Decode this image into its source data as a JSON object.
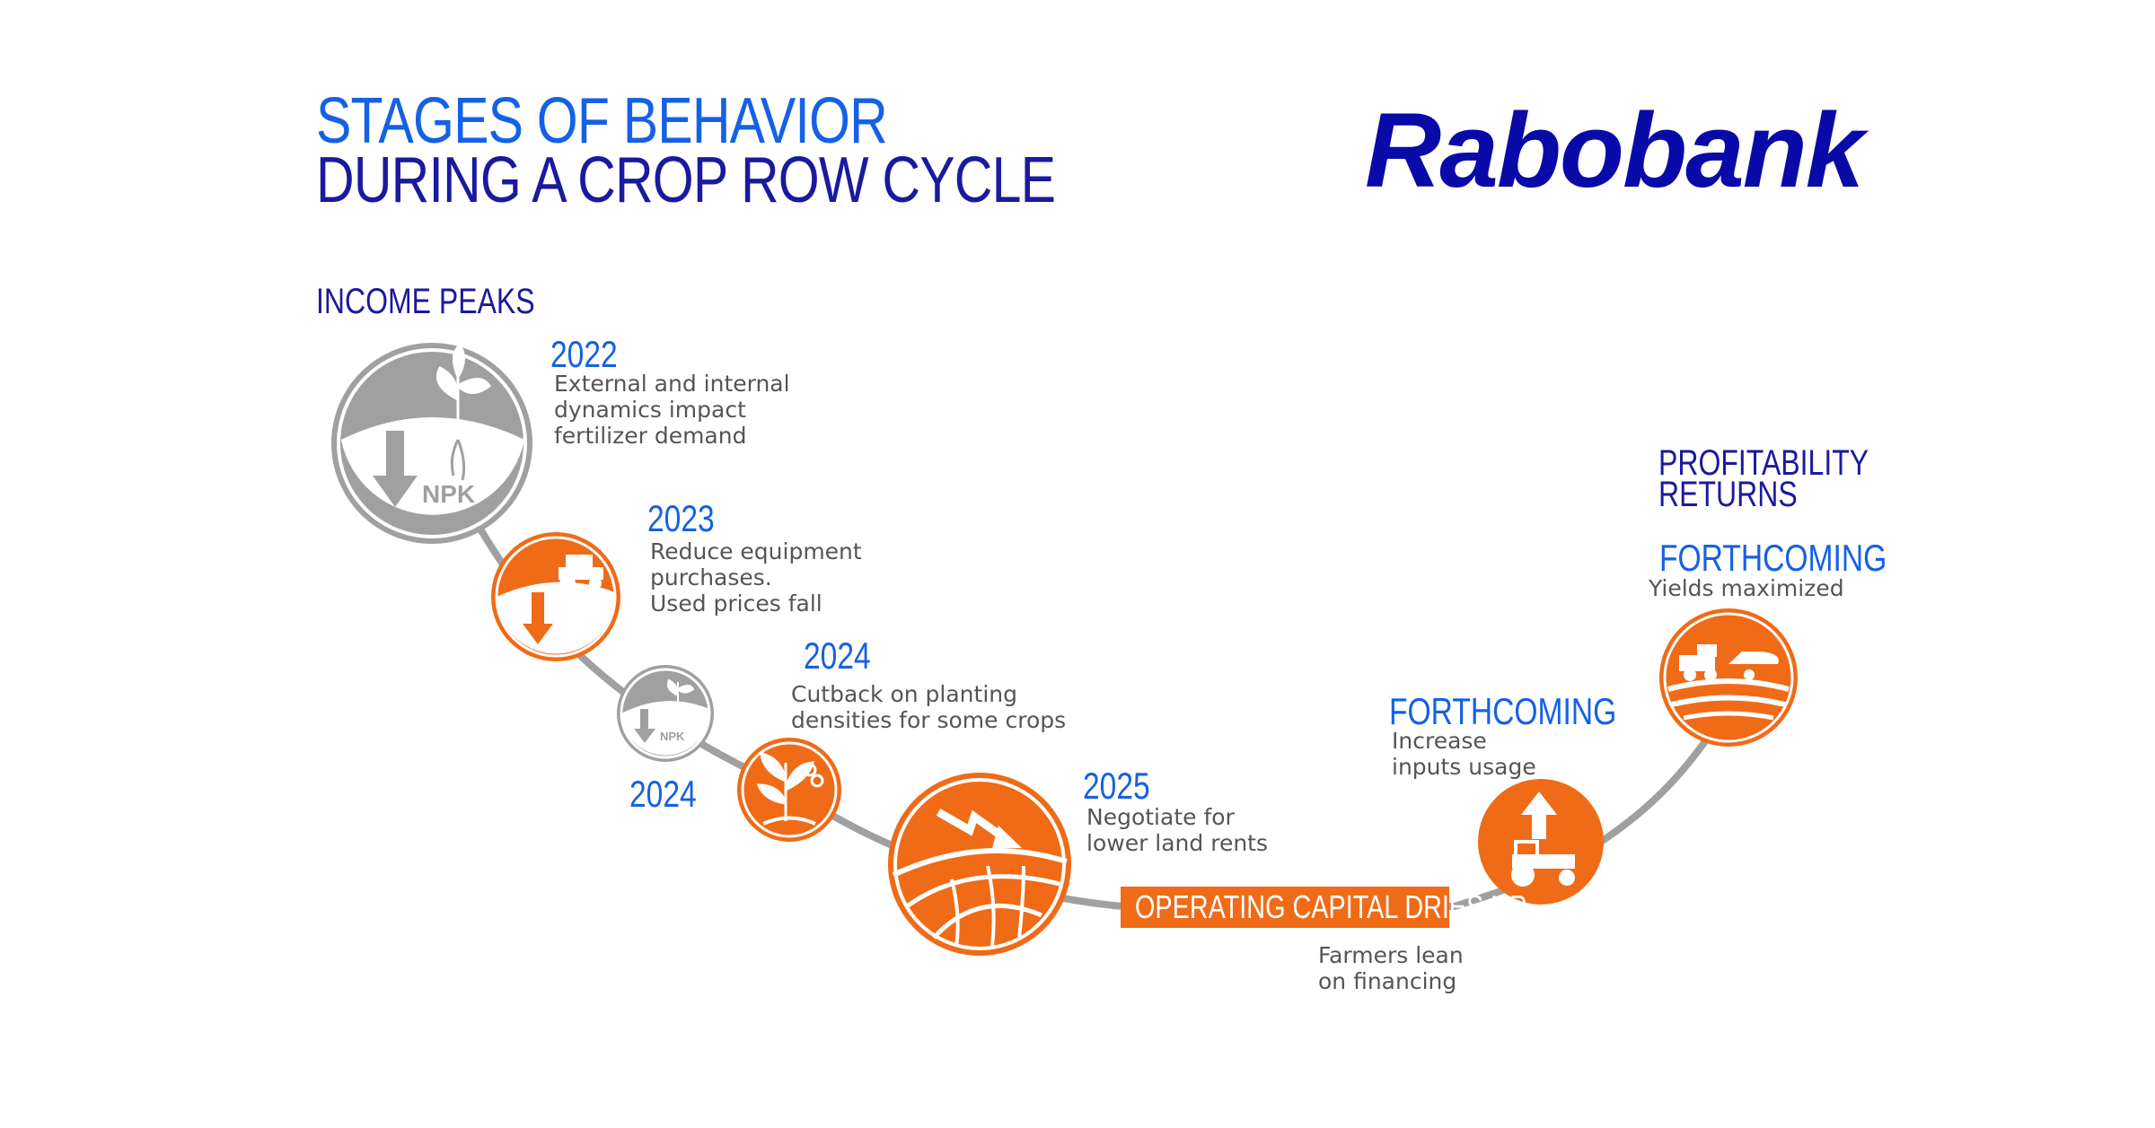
{
  "header": {
    "title_line1": "STAGES OF BEHAVIOR",
    "title_line2": "DURING A CROP ROW CYCLE",
    "logo": "Rabobank"
  },
  "colors": {
    "orange": "#f06b17",
    "grey": "#a0a0a0",
    "navy": "#1a1a9e",
    "blue": "#1461e6",
    "text": "#555555"
  },
  "stages": [
    {
      "kind": "phase-label",
      "label": "INCOME PEAKS"
    },
    {
      "year": "2022",
      "text": "External and internal\ndynamics impact\nfertilizer demand",
      "icon": "fertilizer-npk-down-icon"
    },
    {
      "year": "2023",
      "text": "Reduce equipment\npurchases.\nUsed prices fall",
      "icon": "tractor-down-icon"
    },
    {
      "year": "2024",
      "text": "Cutback on planting\ndensities for some crops",
      "icon": "plant-cutting-icon"
    },
    {
      "year": "2024",
      "text": "",
      "icon": "fertilizer-npk-small-icon"
    },
    {
      "year": "2025",
      "text": "Negotiate for\nlower land rents",
      "icon": "field-decline-icon"
    },
    {
      "kind": "banner",
      "label": "OPERATING CAPITAL DRIES UP",
      "text": "Farmers lean\non financing"
    },
    {
      "year": "FORTHCOMING",
      "text": "Increase\ninputs usage",
      "icon": "tractor-up-icon"
    },
    {
      "kind": "phase-label",
      "label_line1": "PROFITABILITY",
      "label_line2": "RETURNS"
    },
    {
      "year": "FORTHCOMING",
      "text": "Yields maximized",
      "icon": "truck-boat-leisure-icon"
    }
  ]
}
